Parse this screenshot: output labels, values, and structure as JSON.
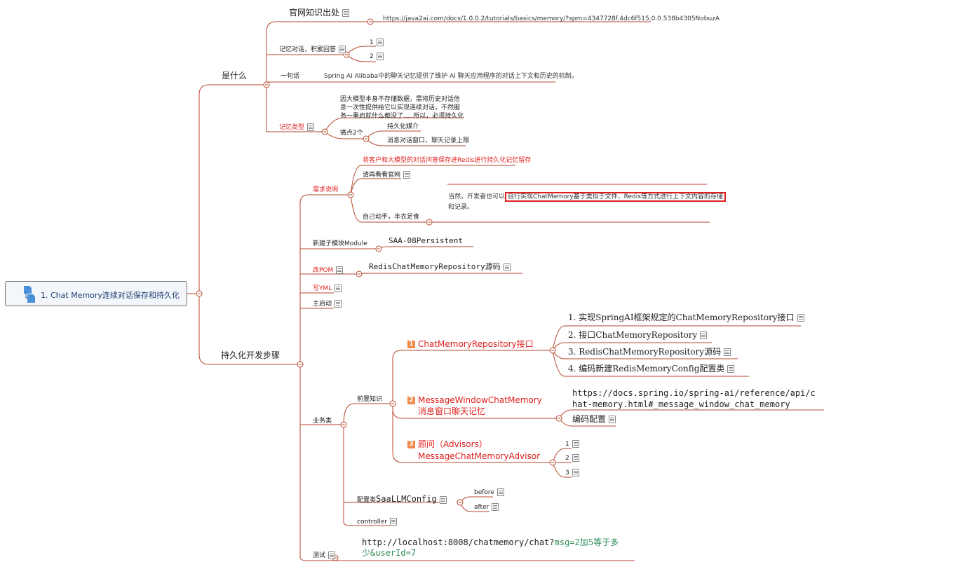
{
  "root": {
    "label": "1. Chat Memory连续对话保存和持久化",
    "icon": "document-icon"
  },
  "what": {
    "label": "是什么",
    "official": {
      "label": "官网知识出处",
      "url": "https://java2ai.com/docs/1.0.0.2/tutorials/basics/memory/?spm=4347728f.4dc6f515.0.0.538b4305NobuzA"
    },
    "memory": {
      "label": "记忆对话，积累回答",
      "items": [
        "1",
        "2"
      ]
    },
    "oneline": {
      "label": "一句话",
      "text": "Spring AI Alibaba中的聊天记忆提供了维护 AI 聊天应用程序的对话上下文和历史的机制。"
    },
    "types": {
      "label": "记忆类型",
      "reason_lines": [
        "因大模型本身不存储数据，需将历史对话信",
        "息一次性提供给它以实现连续对话，不然服",
        "务一重启就什么都没了.....所以，必须持久化"
      ],
      "pain": {
        "label": "痛点2个",
        "items": [
          "持久化媒介",
          "消息对话窗口，聊天记录上限"
        ]
      }
    }
  },
  "steps": {
    "label": "持久化开发步骤",
    "need": {
      "label": "需求说明",
      "items": [
        "将客户和大模型的对话问答保存进Redis进行持久化记忆留存",
        "请再看看官网",
        "自己动手，丰衣足食"
      ],
      "excerpt_prefix": "当然，开发者也可以",
      "excerpt_boxed": "自行实现ChatMemory基于类似于文件、Redis等方式进行上下文内容的存储",
      "excerpt_suffix": "和记录。"
    },
    "module": {
      "label": "新建子模块Module",
      "value": "SAA-08Persistent"
    },
    "pom": {
      "label": "改POM",
      "value": "RedisChatMemoryRepository源码"
    },
    "yml": {
      "label": "写YML"
    },
    "main": {
      "label": "主启动"
    },
    "business": {
      "label": "业务类",
      "pre": {
        "label": "前置知识",
        "b1": {
          "num": "1",
          "title": "ChatMemoryRepository接口",
          "items": [
            "1. 实现SpringAI框架规定的ChatMemoryRepository接口",
            "2. 接口ChatMemoryRepository",
            "3. RedisChatMemoryRepository源码",
            "4. 编码新建RedisMemoryConfig配置类"
          ]
        },
        "b2": {
          "num": "2",
          "title1": "MessageWindowChatMemory",
          "title2": "消息窗口聊天记忆",
          "url1": "https://docs.spring.io/spring-ai/reference/api/c",
          "url2": "hat-memory.html#_message_window_chat_memory",
          "code": "编码配置"
        },
        "b3": {
          "num": "3",
          "title1": "顾问（Advisors）",
          "title2": "MessageChatMemoryAdvisor",
          "items": [
            "1",
            "2",
            "3"
          ]
        }
      },
      "config": {
        "label": "配置类",
        "value": "SaaLLMConfig",
        "items": [
          "before",
          "after"
        ]
      },
      "controller": {
        "label": "controller"
      }
    },
    "test": {
      "label": "测试",
      "url_a": "http://localhost:8008/chatmemory/chat?",
      "url_b": "msg=2",
      "url_c": "加5等于多",
      "url_d": "少",
      "url_e": "&userId=7"
    }
  },
  "colors": {
    "branch": "#b5472c",
    "highlight": "#e02020",
    "badge": "#f08a4b"
  }
}
